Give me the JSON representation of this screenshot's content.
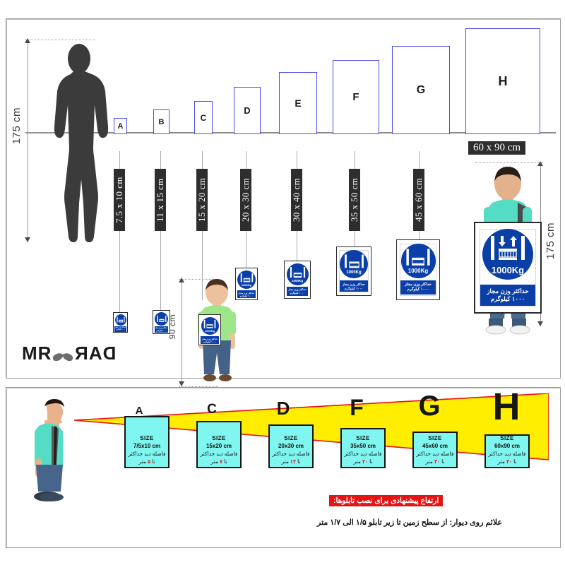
{
  "top_panel": {
    "adult_height_label": "175 cm",
    "adult_height_label_right": "175 cm",
    "child_height_label": "90 cm",
    "large_sign_caption": "60 x 90 cm",
    "brand": {
      "pre": "MR",
      "post": "DAR",
      "icon": "mustache-icon"
    },
    "sizes": [
      {
        "letter": "A",
        "label": "7.5 x 10 cm"
      },
      {
        "letter": "B",
        "label": "11 x 15 cm"
      },
      {
        "letter": "C",
        "label": "15 x 20 cm"
      },
      {
        "letter": "D",
        "label": "20 x 30 cm"
      },
      {
        "letter": "E",
        "label": "30 x 40 cm"
      },
      {
        "letter": "F",
        "label": "35 x 50 cm"
      },
      {
        "letter": "G",
        "label": "45 x 60 cm"
      },
      {
        "letter": "H",
        "label": "60 x 90 cm"
      }
    ],
    "sign": {
      "pictogram": "press-machine-icon",
      "weight_text": "1000Kg",
      "caption_line1": "حداکثر وزن مجاز",
      "caption_line2": "۱۰۰۰ کیلوگرم"
    }
  },
  "bottom_panel": {
    "viewer": "standing-man-photo",
    "cone_color": "#ffee00",
    "cone_outline_color": "#ee1111",
    "box_fill": "#7ff6ef",
    "size_word": "SIZE",
    "distance_label_fa": "فاصله دید حداکثر",
    "unit_prefix_fa": "تا",
    "unit_suffix_fa": "متر",
    "items": [
      {
        "letter": "A",
        "dimensions": "7/5x10 cm",
        "distance": "۵"
      },
      {
        "letter": "C",
        "dimensions": "15x20 cm",
        "distance": "۷"
      },
      {
        "letter": "D",
        "dimensions": "20x30 cm",
        "distance": "۱۲"
      },
      {
        "letter": "F",
        "dimensions": "35x50 cm",
        "distance": "۲۰"
      },
      {
        "letter": "G",
        "dimensions": "45x60 cm",
        "distance": "۳۰"
      },
      {
        "letter": "H",
        "dimensions": "60x90 cm",
        "distance": "۴۰"
      }
    ],
    "banner_title": "ارتفاع پیشنهادی برای نصب تابلوها:",
    "banner_note": "علائم روی دیوار: از سطح زمین تا زیر تابلو ۱/۵ الی ۱/۷ متر"
  }
}
